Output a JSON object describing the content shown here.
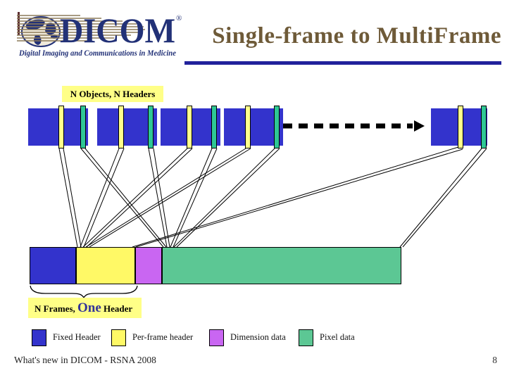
{
  "header": {
    "logo": {
      "name": "DICOM",
      "registered": "®",
      "tagline": "Digital Imaging and Communications in Medicine"
    },
    "title": "Single-frame to MultiFrame"
  },
  "annotations": {
    "objects_label": "N Objects, N Headers",
    "frames_label_prefix": "N Frames, ",
    "frames_label_emphasis": "One",
    "frames_label_suffix": " Header"
  },
  "legend": {
    "items": [
      {
        "id": "fixed-header",
        "label": "Fixed Header",
        "color": "#3333CC"
      },
      {
        "id": "per-frame-header",
        "label": "Per-frame header",
        "color": "#FFF966"
      },
      {
        "id": "dimension-data",
        "label": "Dimension data",
        "color": "#C966F2"
      },
      {
        "id": "pixel-data",
        "label": "Pixel data",
        "color": "#5CC794"
      }
    ]
  },
  "diagram": {
    "source_object_count": 5,
    "stripe_colors": {
      "per_frame": "#FFFF8C",
      "pixel": "#2EC795"
    },
    "bar_segments": [
      {
        "id": "fixed-header",
        "color": "#3333CC"
      },
      {
        "id": "per-frame-header",
        "color": "#FFF966"
      },
      {
        "id": "dimension-data",
        "color": "#C966F2"
      },
      {
        "id": "pixel-data",
        "color": "#5CC794"
      }
    ]
  },
  "footer": {
    "text": "What's new in DICOM - RSNA 2008",
    "page_number": "8"
  },
  "colors": {
    "title_brown": "#6E5A38",
    "rule_navy": "#22229B",
    "logo_navy": "#223177",
    "logo_brown": "#8C7A58",
    "logo_maroon": "#5E2F33",
    "label_bg_yellow": "#FFFF87",
    "emphasis_indigo": "#333399"
  }
}
